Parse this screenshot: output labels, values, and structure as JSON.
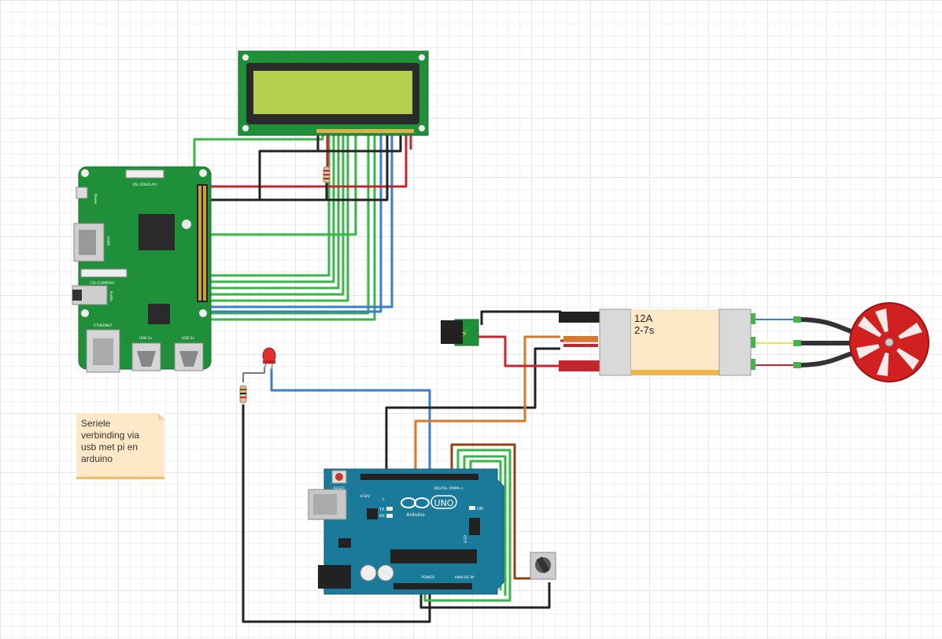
{
  "note": {
    "lines": [
      "Seriele",
      "verbinding via",
      "usb met pi en",
      "arduino"
    ]
  },
  "esc": {
    "line1": "12A",
    "line2": "2-7s"
  },
  "raspberry_pi": {
    "dsi_label": "DSI (DISPLAY)",
    "csi_label": "CSI (CAMERA)",
    "power_label": "Power",
    "hdmi_label": "HDMI",
    "audio_label": "Audio",
    "ethernet_label": "ETHERNET",
    "usb1_label": "USB 2x",
    "usb2_label": "USB 2x"
  },
  "arduino": {
    "brand": "Arduino",
    "model": "UNO",
    "reset": "RESET",
    "icsp2": "ICSP2",
    "digital": "DIGITAL (PWM~)",
    "power": "POWER",
    "analog": "ANALOG IN",
    "on": "ON",
    "tx": "TX",
    "rx": "RX",
    "l": "L",
    "icsp": "ICSP"
  },
  "colors": {
    "wire_green": "#39b54a",
    "wire_red": "#c1272d",
    "wire_black": "#222222",
    "wire_blue": "#3a7dc9",
    "wire_orange": "#d9772b",
    "wire_brown": "#8b4513",
    "wire_yellow": "#f2e34b",
    "pcb_green": "#1f8f3a",
    "arduino_blue": "#1b7a9a",
    "lcd_screen": "#b5cf4f",
    "motor_red": "#d0201f",
    "note_bg": "#fde8c7"
  }
}
